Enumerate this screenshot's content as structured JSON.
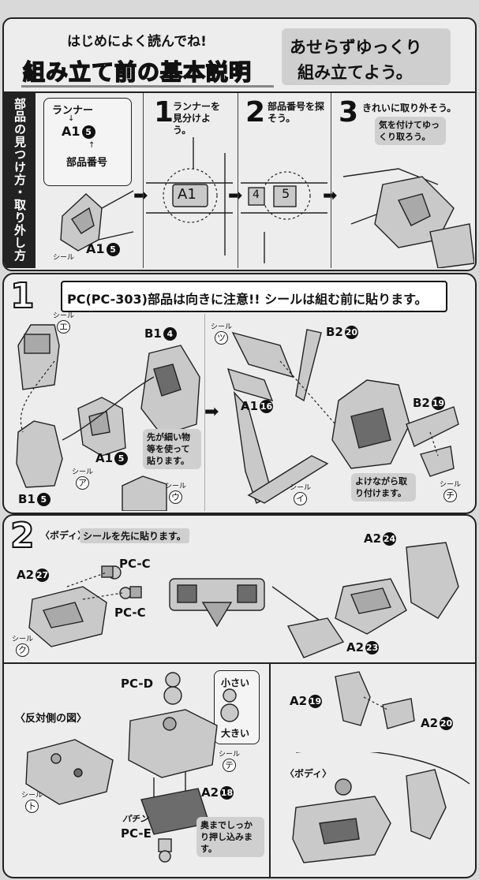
{
  "header": {
    "small_title": "はじめによく読んでね!",
    "main_title": "組み立て前の基本説明",
    "badge_line1": "あせらずゆっくり",
    "badge_line2": "組み立てよう。"
  },
  "basics": {
    "side_label": "部品の見つけ方・取り外し方",
    "runner_label": "ランナー",
    "runner_code": "A1",
    "runner_num": "5",
    "part_no_label": "部品番号",
    "sticker_word": "シール",
    "step1_num": "1",
    "step1_text": "ランナーを見分けよう。",
    "step1_tag": "A1",
    "step2_num": "2",
    "step2_text": "部品番号を探そう。",
    "step2_tag_a": "4",
    "step2_tag_b": "5",
    "step3_num": "3",
    "step3_text": "きれいに取り外そう。",
    "step3_note": "気を付けてゆっくり取ろう。"
  },
  "step1": {
    "num": "1",
    "banner": "PC(PC-303)部品は向きに注意!! シールは組む前に貼ります。",
    "labels": {
      "b1_4_code": "B1",
      "b1_4_num": "4",
      "a1_5_code": "A1",
      "a1_5_num": "5",
      "b1_5_code": "B1",
      "b1_5_num": "5",
      "b2_20_code": "B2",
      "b2_20_num": "20",
      "a1_16_code": "A1",
      "a1_16_num": "16",
      "b2_19_code": "B2",
      "b2_19_num": "19"
    },
    "sticker_e": "エ",
    "sticker_a": "ア",
    "sticker_u": "ウ",
    "sticker_tsu": "ツ",
    "sticker_i": "イ",
    "sticker_chi": "チ",
    "note_tool": "先が細い物等を使って貼ります。",
    "note_avoid": "よけながら取り付けます。"
  },
  "step2": {
    "num": "2",
    "tag": "〈ボディ〉",
    "sub": "シールを先に貼ります。",
    "a2_27_code": "A2",
    "a2_27_num": "27",
    "a2_24_code": "A2",
    "a2_24_num": "24",
    "a2_23_code": "A2",
    "a2_23_num": "23",
    "pc_c1": "PC-C",
    "pc_c2": "PC-C",
    "sticker_ku": "ク",
    "pc_d": "PC-D",
    "small": "小さい",
    "large": "大きい",
    "reverse_label": "〈反対側の図〉",
    "sticker_to": "ト",
    "sticker_te": "テ",
    "a2_18_code": "A2",
    "a2_18_num": "18",
    "pachin": "パチン",
    "pc_e": "PC-E",
    "press_note": "奥までしっかり押し込みます。",
    "a2_19_code": "A2",
    "a2_19_num": "19",
    "a2_20_code": "A2",
    "a2_20_num": "20",
    "body_tag": "〈ボディ〉"
  }
}
